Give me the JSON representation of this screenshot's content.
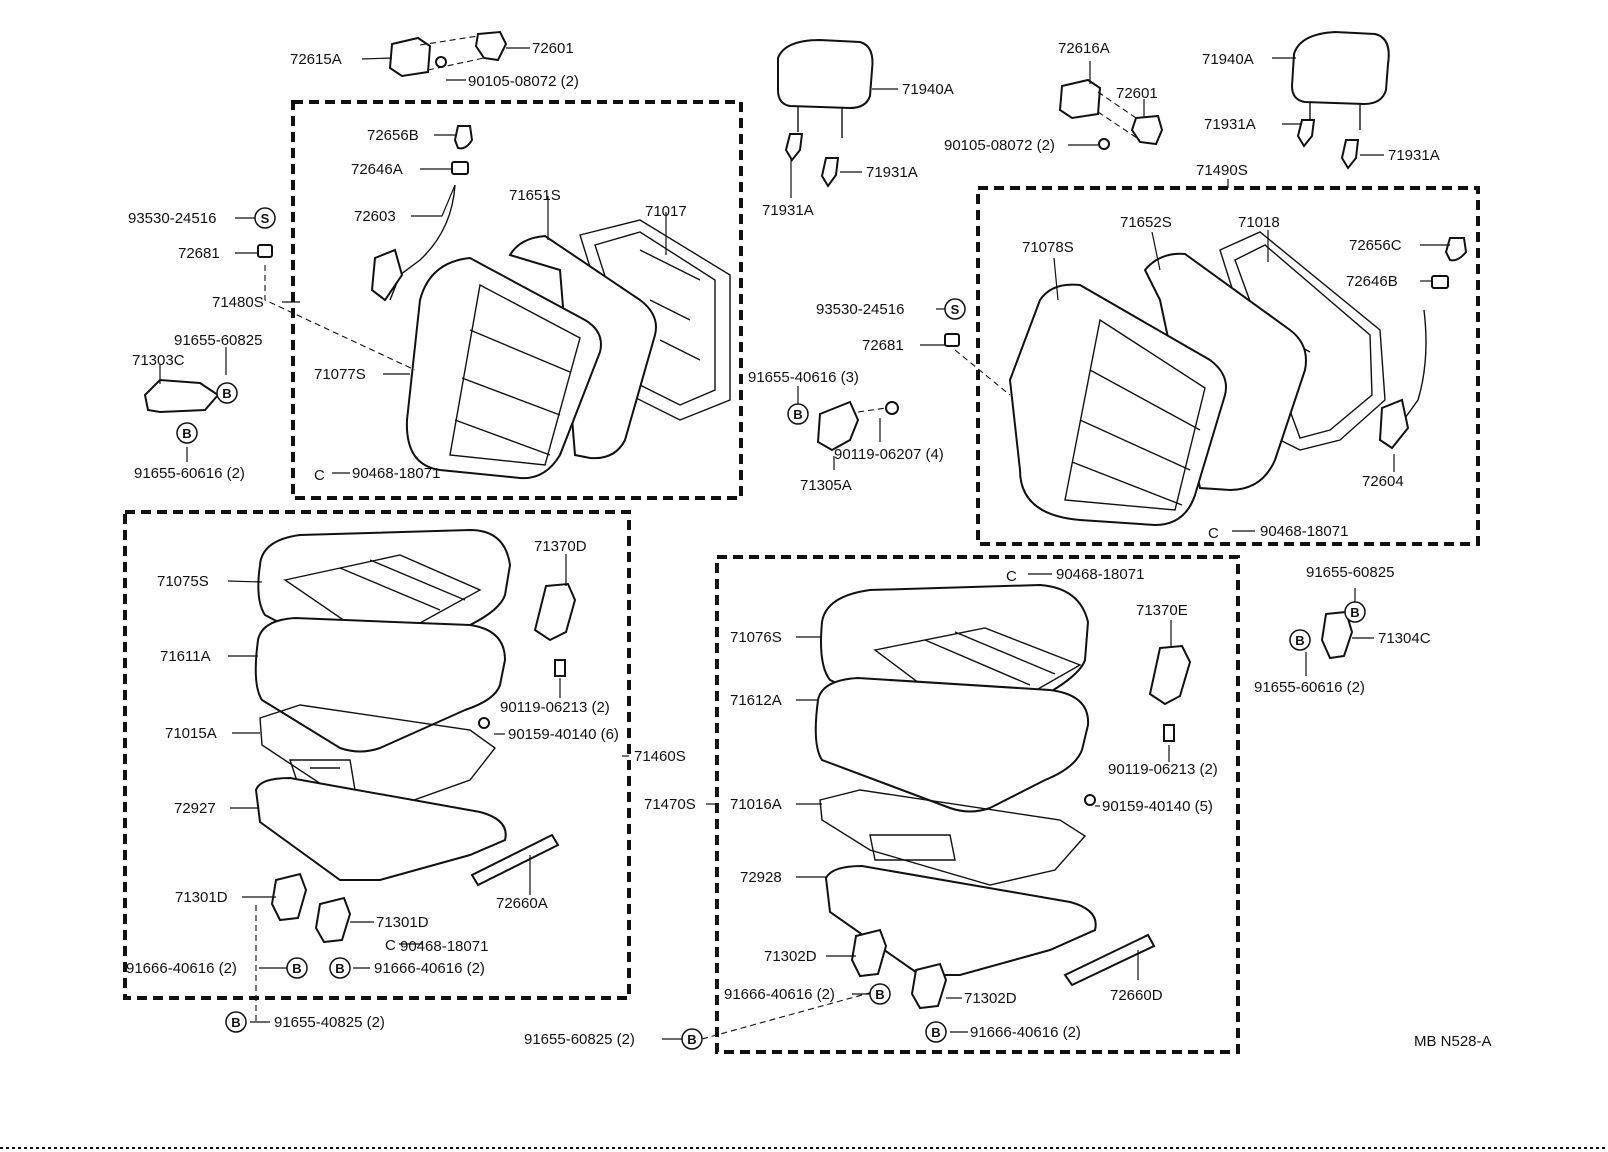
{
  "drawing_id": "MB N528-A",
  "callouts": [
    {
      "part": "72615A"
    },
    {
      "part": "72601"
    },
    {
      "part": "90105-08072 (2)"
    },
    {
      "part": "72656B"
    },
    {
      "part": "72646A"
    },
    {
      "part": "72603"
    },
    {
      "part": "71651S"
    },
    {
      "part": "71017"
    },
    {
      "part": "93530-24516"
    },
    {
      "part": "72681"
    },
    {
      "part": "71480S"
    },
    {
      "part": "91655-60825"
    },
    {
      "part": "71303C"
    },
    {
      "part": "71077S"
    },
    {
      "part": "91655-60616 (2)"
    },
    {
      "part": "90468-18071"
    },
    {
      "part": "71940A"
    },
    {
      "part": "71931A"
    },
    {
      "part": "71931A"
    },
    {
      "part": "72616A"
    },
    {
      "part": "72601"
    },
    {
      "part": "90105-08072 (2)"
    },
    {
      "part": "71940A"
    },
    {
      "part": "71931A"
    },
    {
      "part": "71931A"
    },
    {
      "part": "71490S"
    },
    {
      "part": "71078S"
    },
    {
      "part": "71652S"
    },
    {
      "part": "71018"
    },
    {
      "part": "72656C"
    },
    {
      "part": "72646B"
    },
    {
      "part": "93530-24516"
    },
    {
      "part": "72681"
    },
    {
      "part": "91655-40616 (3)"
    },
    {
      "part": "90119-06207 (4)"
    },
    {
      "part": "71305A"
    },
    {
      "part": "72604"
    },
    {
      "part": "90468-18071"
    },
    {
      "part": "71075S"
    },
    {
      "part": "71370D"
    },
    {
      "part": "71611A"
    },
    {
      "part": "90119-06213 (2)"
    },
    {
      "part": "71015A"
    },
    {
      "part": "90159-40140 (6)"
    },
    {
      "part": "71460S"
    },
    {
      "part": "72927"
    },
    {
      "part": "72660A"
    },
    {
      "part": "71301D"
    },
    {
      "part": "71301D"
    },
    {
      "part": "90468-18071"
    },
    {
      "part": "91666-40616 (2)"
    },
    {
      "part": "91666-40616 (2)"
    },
    {
      "part": "91655-40825 (2)"
    },
    {
      "part": "90468-18071"
    },
    {
      "part": "71370E"
    },
    {
      "part": "71076S"
    },
    {
      "part": "71612A"
    },
    {
      "part": "90119-06213 (2)"
    },
    {
      "part": "71470S"
    },
    {
      "part": "71016A"
    },
    {
      "part": "90159-40140 (5)"
    },
    {
      "part": "72928"
    },
    {
      "part": "72660D"
    },
    {
      "part": "71302D"
    },
    {
      "part": "91666-40616 (2)"
    },
    {
      "part": "71302D"
    },
    {
      "part": "91666-40616 (2)"
    },
    {
      "part": "91655-60825 (2)"
    },
    {
      "part": "91655-60825"
    },
    {
      "part": "71304C"
    },
    {
      "part": "91655-60616 (2)"
    }
  ],
  "symbols": {
    "circle_s": "S",
    "circle_b": "B",
    "clip": "C"
  }
}
